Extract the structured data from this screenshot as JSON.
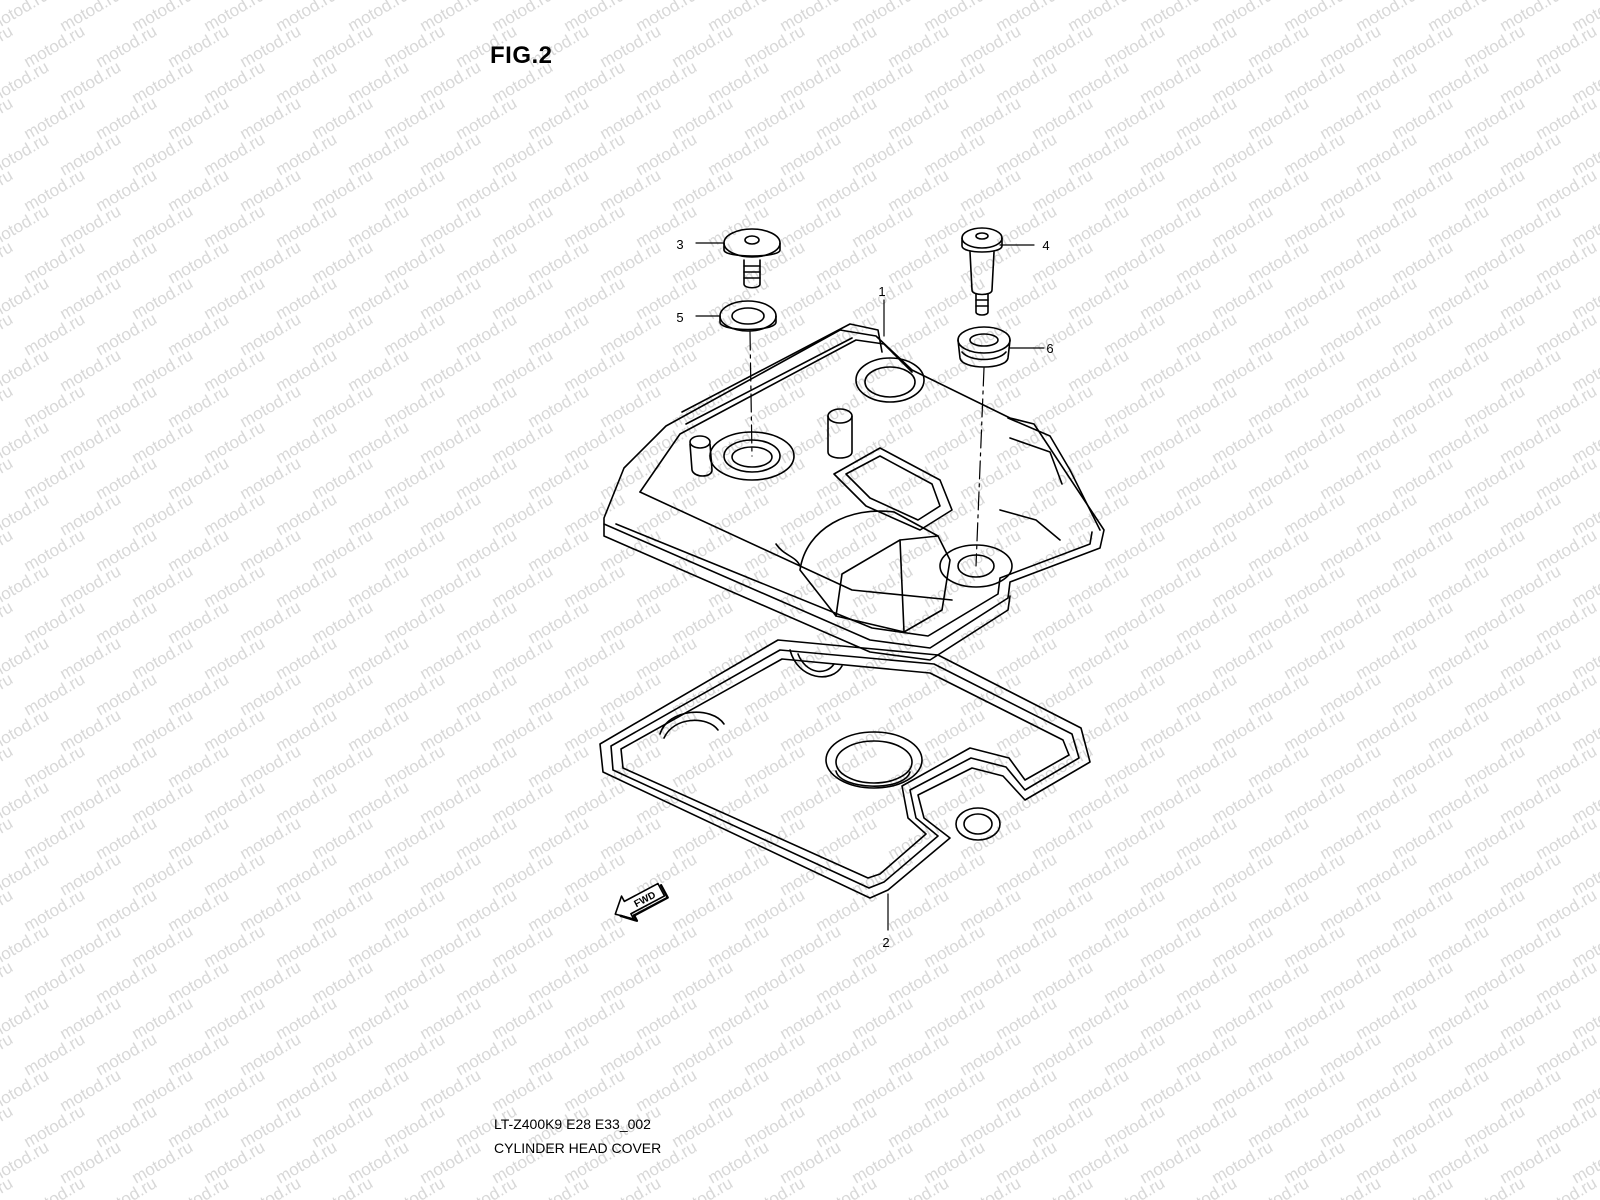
{
  "figure": {
    "title": "FIG.2",
    "code": "LT-Z400K9 E28 E33_002",
    "name": "CYLINDER HEAD COVER"
  },
  "watermark": {
    "text": "motod.ru",
    "color": "#d8d8d8"
  },
  "callouts": {
    "c1": "1",
    "c2": "2",
    "c3": "3",
    "c4": "4",
    "c5": "5",
    "c6": "6"
  },
  "fwd_label": "FWD",
  "icons": {
    "fwd_arrow": "fwd-arrow-icon"
  },
  "colors": {
    "line": "#000000",
    "background": "#ffffff"
  }
}
